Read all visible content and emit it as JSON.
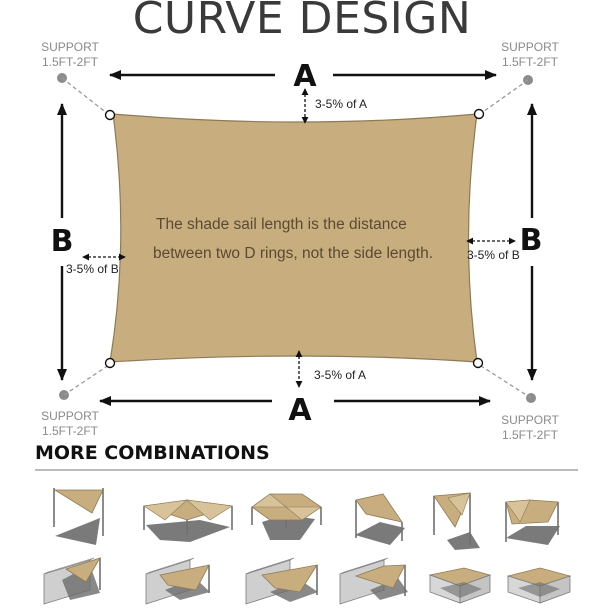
{
  "title": "CURVE DESIGN",
  "dimension_a": "A",
  "dimension_b": "B",
  "support_line1": "SUPPORT",
  "support_line2": "1.5FT-2FT",
  "curve_a": "3-5% of A",
  "curve_b": "3-5% of B",
  "desc_line1": "The shade sail length is the distance",
  "desc_line2": "between two D rings, not the side length.",
  "section_title": "MORE COMBINATIONS",
  "colors": {
    "sail": "#c8ae7e",
    "sail_stroke": "#8e7a56",
    "post": "#6f6f6f",
    "shadow": "#6b6b6b",
    "support_dot": "#8c8c8c",
    "title": "#3a3a3a"
  }
}
